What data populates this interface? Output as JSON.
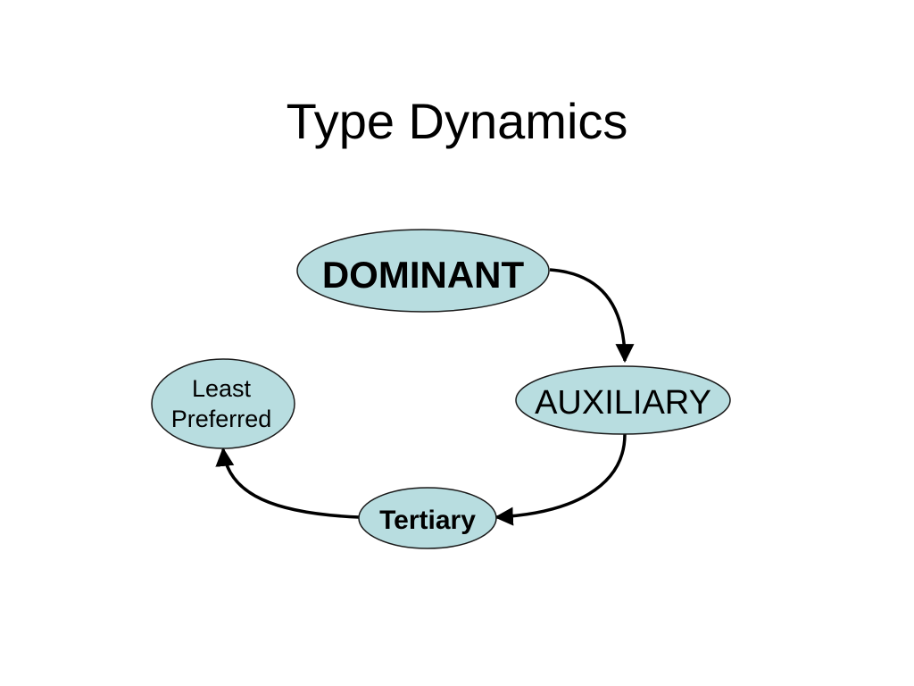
{
  "slide": {
    "title": "Type Dynamics"
  },
  "diagram": {
    "node_fill": "#b8dde0",
    "node_stroke": "#1a1a1a",
    "arrow_color": "#000000",
    "nodes": {
      "dominant": "DOMINANT",
      "auxiliary": "AUXILIARY",
      "tertiary": "Tertiary",
      "least_line1": "Least",
      "least_line2": "Preferred"
    }
  }
}
